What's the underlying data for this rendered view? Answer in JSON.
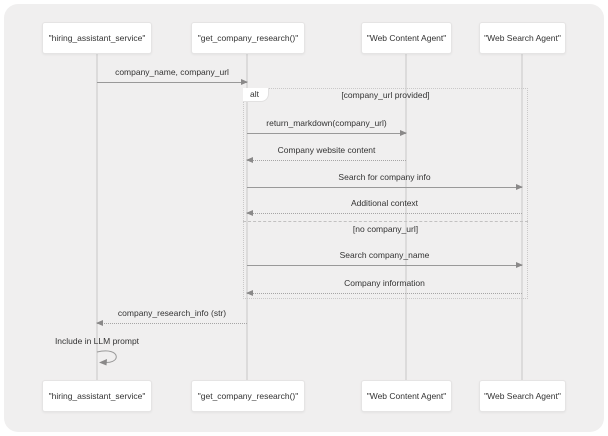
{
  "diagram": {
    "type": "sequence",
    "actors": [
      {
        "label": "\"hiring_assistant_service\""
      },
      {
        "label": "\"get_company_research()\""
      },
      {
        "label": "\"Web Content Agent\""
      },
      {
        "label": "\"Web Search Agent\""
      }
    ],
    "messages": [
      {
        "label": "company_name, company_url",
        "from": "\"hiring_assistant_service\"",
        "to": "\"get_company_research()\"",
        "line": "solid"
      },
      {
        "label": "return_markdown(company_url)",
        "from": "\"get_company_research()\"",
        "to": "\"Web Content Agent\"",
        "line": "solid"
      },
      {
        "label": "Company website content",
        "from": "\"Web Content Agent\"",
        "to": "\"get_company_research()\"",
        "line": "dotted"
      },
      {
        "label": "Search for company info",
        "from": "\"get_company_research()\"",
        "to": "\"Web Search Agent\"",
        "line": "solid"
      },
      {
        "label": "Additional context",
        "from": "\"Web Search Agent\"",
        "to": "\"get_company_research()\"",
        "line": "dotted"
      },
      {
        "label": "Search company_name",
        "from": "\"get_company_research()\"",
        "to": "\"Web Search Agent\"",
        "line": "solid"
      },
      {
        "label": "Company information",
        "from": "\"Web Search Agent\"",
        "to": "\"get_company_research()\"",
        "line": "dotted"
      },
      {
        "label": "company_research_info (str)",
        "from": "\"get_company_research()\"",
        "to": "\"hiring_assistant_service\"",
        "line": "dotted"
      },
      {
        "label": "Include in LLM prompt",
        "from": "\"hiring_assistant_service\"",
        "to": "\"hiring_assistant_service\"",
        "line": "self"
      }
    ],
    "fragment": {
      "operator": "alt",
      "guards": [
        "[company_url provided]",
        "[no company_url]"
      ]
    },
    "colors": {
      "page_bg": "#ffffff",
      "diagram_bg": "#f0efef",
      "actor_box_bg": "#ffffff",
      "actor_box_border": "#e5e4e4",
      "lifeline": "#dcdbdb",
      "message_line": "#999999",
      "arrowhead": "#8a8989",
      "text": "#333333",
      "fragment_border": "#c9c8c8"
    }
  }
}
